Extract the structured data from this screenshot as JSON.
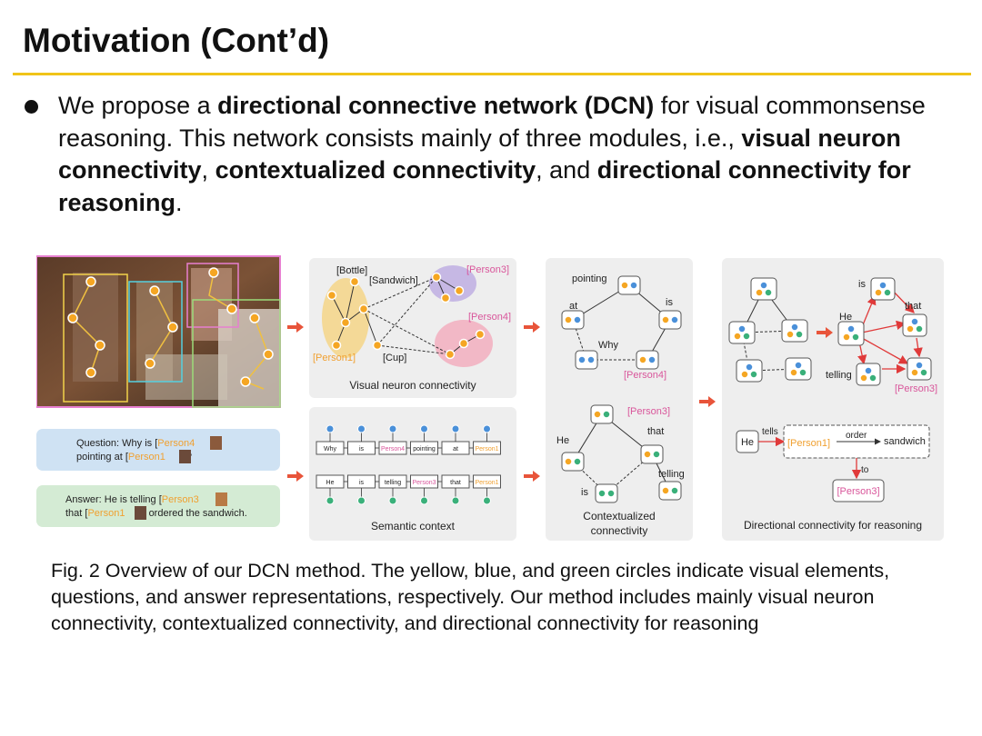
{
  "slide": {
    "title": "Motivation (Cont’d)",
    "bullet": {
      "t1": "We propose a ",
      "b1": "directional connective network (DCN)",
      "t2": " for visual commonsense reasoning. This network consists mainly of three modules, i.e., ",
      "b2": "visual neuron connectivity",
      "t3": ", ",
      "b3": "contextualized connectivity",
      "t4": ", and ",
      "b4": "directional connectivity for reasoning",
      "t5": "."
    },
    "caption": "Fig. 2 Overview of our DCN method. The yellow, blue, and green circles indicate visual elements, questions, and answer representations, respectively. Our method includes mainly visual neuron connectivity, contextualized connectivity, and directional connectivity for reasoning"
  },
  "figure": {
    "colors": {
      "visual": "#f5a623",
      "question": "#4a90d9",
      "answer": "#3ab07a",
      "person_tag": "#f0a030",
      "person_pink": "#d9569b",
      "arrow": "#e8543a",
      "panel_bg": "#eeeeee"
    },
    "question_box": {
      "prefix": "Question: Why is [",
      "p4": "Person4",
      "mid": "]",
      "line2a": "pointing at [",
      "p1": "Person1",
      "end": "]?"
    },
    "answer_box": {
      "prefix": "Answer: He is telling [",
      "p3": "Person3",
      "mid": "]",
      "line2a": "that [",
      "p1": "Person1",
      "end": "] ordered the sandwich."
    },
    "visual_panel": {
      "label": "Visual neuron connectivity",
      "bottle": "[Bottle]",
      "sandwich": "[Sandwich]",
      "person3": "[Person3]",
      "person4": "[Person4]",
      "person1": "[Person1]",
      "cup": "[Cup]"
    },
    "semantic_panel": {
      "label": "Semantic context",
      "row1": [
        "Why",
        "is",
        "Person4",
        "pointing",
        "at",
        "Person1"
      ],
      "row2": [
        "He",
        "is",
        "telling",
        "Person3",
        "that",
        "Person1"
      ]
    },
    "context_panel": {
      "label_line1": "Contextualized",
      "label_line2": "connectivity",
      "top": {
        "pointing": "pointing",
        "at": "at",
        "is": "is",
        "why": "Why",
        "person4": "[Person4]"
      },
      "bottom": {
        "person3": "[Person3]",
        "he": "He",
        "that": "that",
        "telling": "telling",
        "is": "is"
      }
    },
    "reasoning_panel": {
      "label": "Directional connectivity for reasoning",
      "is": "is",
      "that": "that",
      "he": "He",
      "telling": "telling",
      "person3": "[Person3]",
      "chain": {
        "he": "He",
        "tells": "tells",
        "person1": "[Person1]",
        "order": "order",
        "sandwich": "sandwich",
        "to": "to",
        "person3": "[Person3]"
      }
    }
  }
}
